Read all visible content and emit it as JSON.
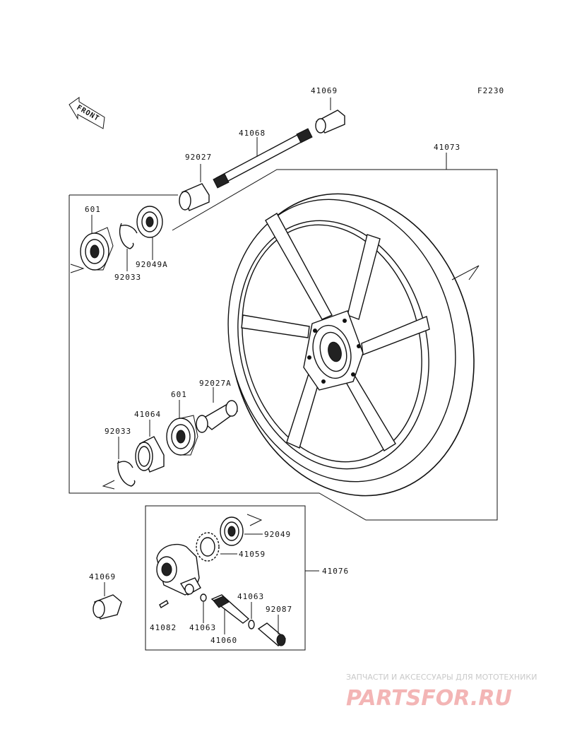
{
  "figure_code": "F2230",
  "front_arrow_label": "FRONT",
  "parts": {
    "axle_nut": "41069",
    "axle": "41068",
    "wheel": "41073",
    "collar_left": "92027",
    "bearing_left": "601",
    "circlip_left": "92033",
    "oil_seal_left": "92049A",
    "collar_center": "92027A",
    "bearing_right": "601",
    "spacer_right": "41064",
    "circlip_right": "92033",
    "oil_seal_gear": "92049",
    "gear_speedo": "41059",
    "gear_housing_assy": "41076",
    "nut_lower": "41069",
    "pin": "41082",
    "washer_a": "41063",
    "washer_b": "41063",
    "pinion": "41060",
    "bushing": "92087"
  },
  "watermark": {
    "top_text": "ЗАПЧАСТИ И АКСЕССУАРЫ ДЛЯ МОТОТЕХНИКИ",
    "logo_text": "PARTSFOR.RU"
  }
}
